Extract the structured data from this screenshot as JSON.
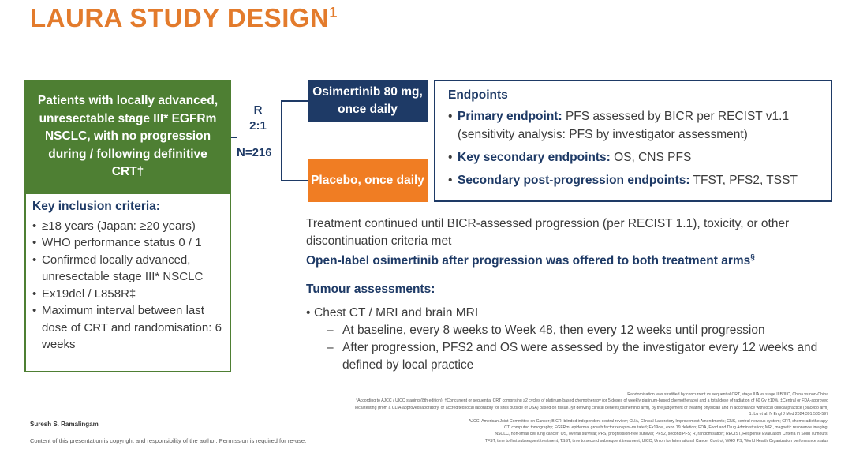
{
  "title": "LAURA STUDY DESIGN",
  "title_ref": "1",
  "patients_box": "Patients with locally advanced, unresectable stage III* EGFRm NSCLC, with no progression during / following definitive CRT†",
  "inclusion": {
    "heading": "Key inclusion criteria:",
    "items": [
      "≥18 years (Japan: ≥20 years)",
      "WHO performance status 0 / 1",
      "Confirmed locally advanced, unresectable stage III* NSCLC",
      "Ex19del / L858R‡",
      "Maximum interval between last dose of CRT and randomisation: 6 weeks"
    ]
  },
  "randomisation": {
    "r": "R",
    "ratio": "2:1",
    "n": "N=216"
  },
  "arms": {
    "osimertinib": "Osimertinib 80 mg, once daily",
    "placebo": "Placebo, once daily"
  },
  "endpoints": {
    "heading": "Endpoints",
    "items": [
      {
        "label": "Primary endpoint:",
        "text": " PFS assessed by BICR per RECIST v1.1 (sensitivity analysis: PFS by investigator assessment)"
      },
      {
        "label": "Key secondary endpoints:",
        "text": " OS, CNS PFS"
      },
      {
        "label": "Secondary post-progression endpoints:",
        "text": " TFST, PFS2, TSST"
      }
    ]
  },
  "treatment_text": "Treatment continued until BICR-assessed progression (per RECIST 1.1), toxicity, or other discontinuation criteria met",
  "open_label": "Open-label osimertinib after progression was offered to both treatment arms",
  "open_label_ref": "§",
  "tumour": {
    "heading": "Tumour assessments:",
    "bullet": "Chest CT / MRI and brain MRI",
    "subitems": [
      "At baseline, every 8 weeks to Week 48, then every 12 weeks until progression",
      "After progression, PFS2 and OS were assessed by the investigator every 12 weeks and defined by local practice"
    ]
  },
  "footnotes": [
    "Randomisation was stratified by concurrent vs sequential CRT, stage IIIA vs stage IIIB/IIIC, China vs non-China",
    "*According to AJCC / UICC staging (8th edition). †Concurrent or sequential CRT comprising ≥2 cycles of platinum-based chemotherapy (or 5 doses of weekly platinum-based chemotherapy) and a total dose of radiation of 60 Gy ±10%. ‡Central or FDA-approved",
    "local testing (from a CLIA-approved laboratory, or accredited local laboratory for sites outside of USA) based on tissue. §If deriving clinical benefit (osimertinib arm), by the judgement of treating physician and in accordance with local clinical practice (placebo arm)",
    "1. Lu et al. N Engl J Med 2024;391:585-597",
    "AJCC, American Joint Committee on Cancer; BICR, blinded independent central review; CLIA, Clinical Laboratory Improvement Amendments; CNS, central nervous system; CRT, chemoradiotherapy;",
    "CT, computed tomography; EGFRm, epidermal growth factor receptor-mutated; Ex19del, exon 19 deletion; FDA, Food and Drug Administration; MRI, magnetic resonance imaging;",
    "NSCLC, non-small cell lung cancer; OS, overall survival; PFS, progression-free survival; PFS2, second PFS; R, randomisation; RECIST, Response Evaluation Criteria in Solid Tumours;",
    "TFST, time to first subsequent treatment; TSST, time to second subsequent treatment; UICC, Union for International Cancer Control; WHO PS, World Health Organization performance status"
  ],
  "presenter": "Suresh S. Ramalingam",
  "copyright": "Content of this presentation is copyright and responsibility of the author. Permission is required for re-use."
}
